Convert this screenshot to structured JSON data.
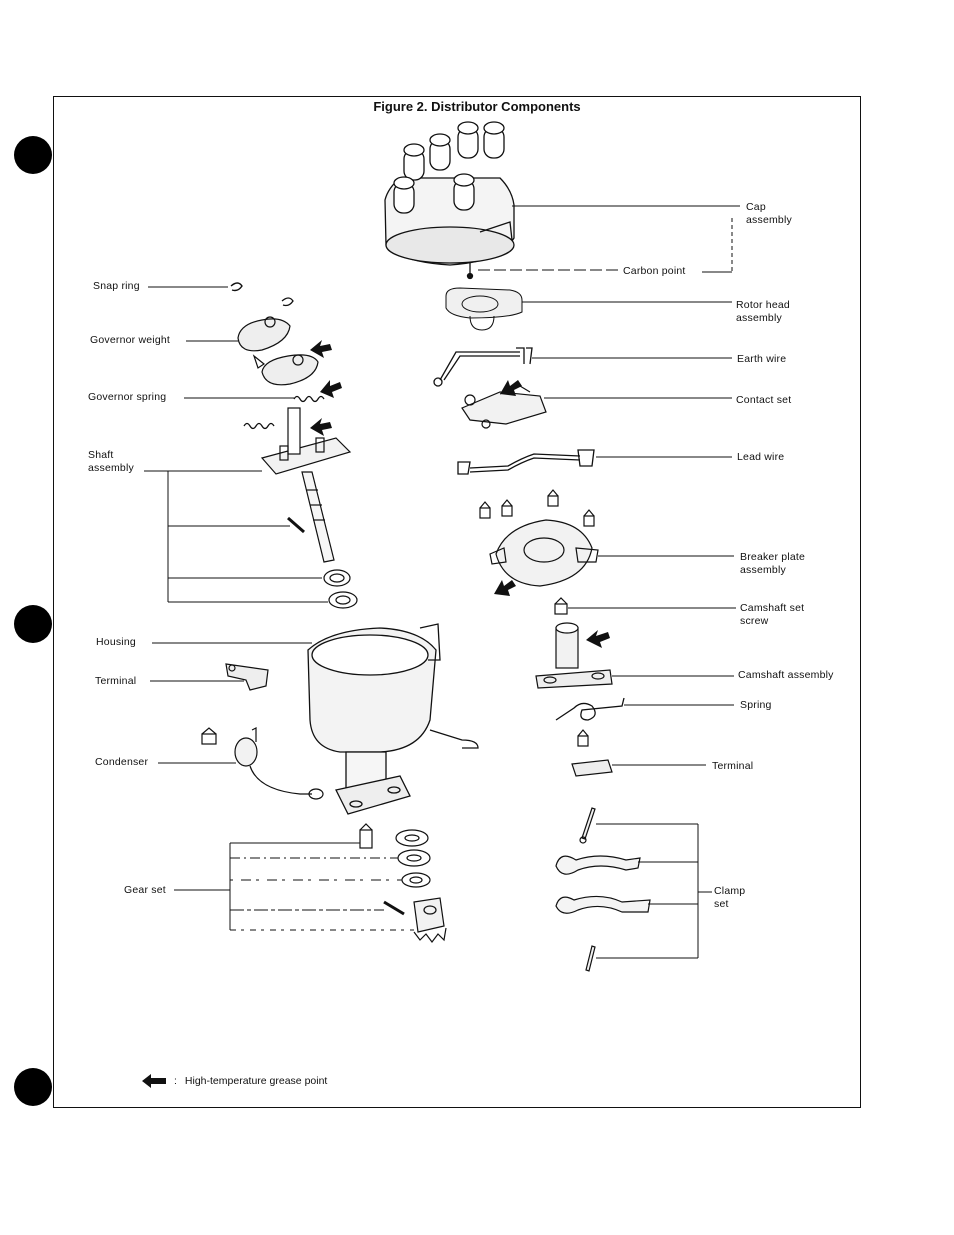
{
  "title": "Figure 2. Distributor Components",
  "labels": {
    "cap_assembly": [
      "Cap",
      "assembly"
    ],
    "carbon_point": "Carbon point",
    "snap_ring": "Snap ring",
    "rotor_head_assembly": [
      "Rotor head",
      "assembly"
    ],
    "governor_weight": "Governor weight",
    "earth_wire": "Earth wire",
    "governor_spring": "Governor spring",
    "contact_set": "Contact set",
    "shaft_assembly": [
      "Shaft",
      "assembly"
    ],
    "lead_wire": "Lead wire",
    "breaker_plate_assembly": [
      "Breaker plate",
      "assembly"
    ],
    "camshaft_set_screw": [
      "Camshaft set",
      "screw"
    ],
    "housing": "Housing",
    "terminal_left": "Terminal",
    "camshaft_assembly": "Camshaft assembly",
    "spring": "Spring",
    "condenser": "Condenser",
    "terminal_right": "Terminal",
    "clamp_set": [
      "Clamp",
      "set"
    ],
    "gear_set": "Gear set"
  },
  "legend": {
    "separator": ":",
    "text": "High-temperature grease point"
  }
}
